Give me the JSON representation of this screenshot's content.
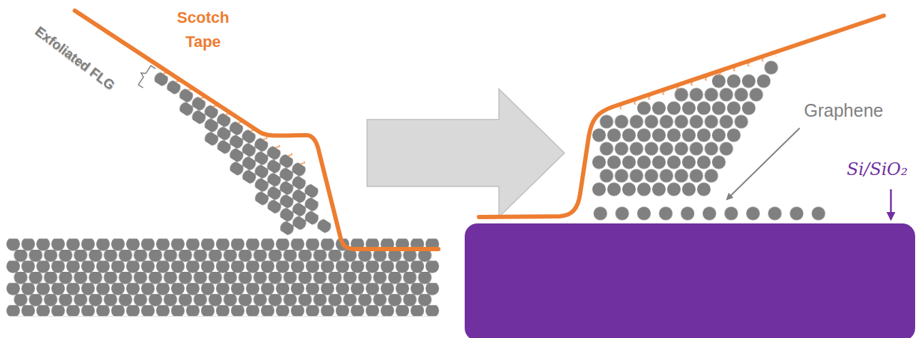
{
  "diagram": {
    "nodes": [
      {
        "text": [
          "Si/SiO₂"
        ]
      }
    ],
    "labels": [
      "Exfoliated FLG",
      "Scotch Tape",
      "Graphene"
    ]
  }
}
